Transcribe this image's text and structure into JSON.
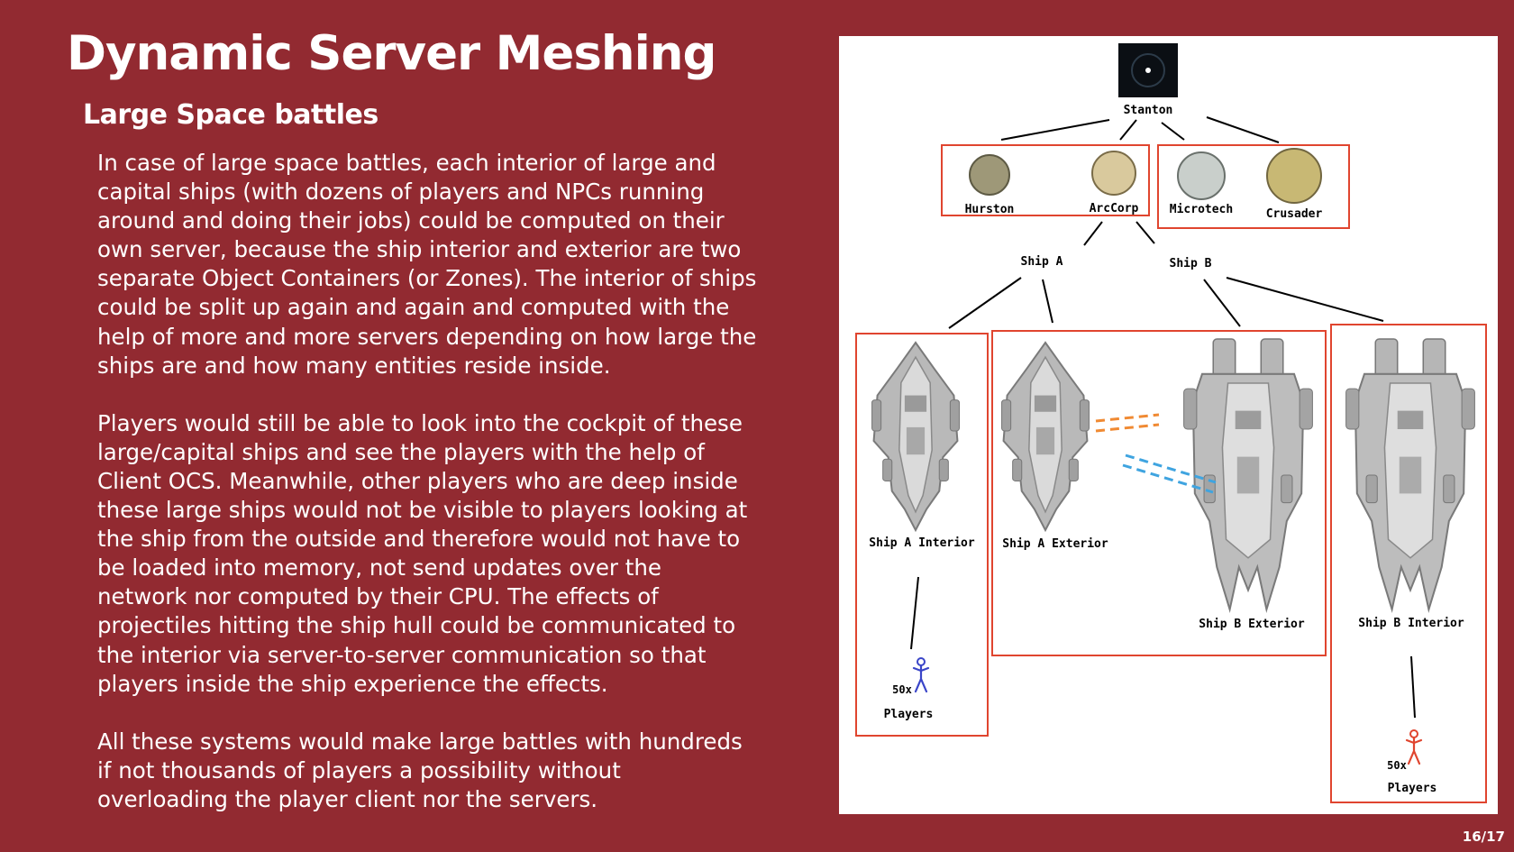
{
  "slide": {
    "title": "Dynamic Server Meshing",
    "subtitle": "Large Space battles",
    "paragraphs": [
      "In case of large space battles, each interior of large and\ncapital ships (with dozens of players and NPCs running\naround and doing their jobs) could be computed on their\nown server, because the ship interior and exterior are two\nseparate Object Containers (or Zones). The interior of ships\ncould be split up again and again and computed with the\nhelp of more and more servers depending on how large the\nships are and how many entities reside inside.",
      "Players would still be able to look into the cockpit of these\nlarge/capital ships and see the players with the help of\nClient OCS. Meanwhile, other players who are deep inside\nthese large ships would not be visible to players looking at\nthe ship from the outside and therefore would not have to\nbe loaded into memory, not send updates over the\nnetwork nor computed by their CPU. The effects of\nprojectiles hitting the ship hull could be communicated to\nthe interior via server-to-server communication so that\nplayers inside the ship experience the effects.",
      "All these systems would make large battles with hundreds\nif not thousands of players a possibility without\noverloading the player client nor the servers."
    ],
    "page_number": "16/17"
  },
  "diagram": {
    "root": "Stanton",
    "planets": [
      "Hurston",
      "ArcCorp",
      "Microtech",
      "Crusader"
    ],
    "ships": [
      "Ship A",
      "Ship B"
    ],
    "zones": [
      "Ship A Interior",
      "Ship A Exterior",
      "Ship B Exterior",
      "Ship B Interior"
    ],
    "players_left": {
      "count": "50x",
      "label": "Players"
    },
    "players_right": {
      "count": "50x",
      "label": "Players"
    },
    "colors": {
      "background": "#922a31",
      "group_box": "#e0452f",
      "player_blue": "#3a45c8",
      "player_red": "#e0452f",
      "link_orange": "#f08a33",
      "link_blue": "#3fa4e0"
    }
  }
}
